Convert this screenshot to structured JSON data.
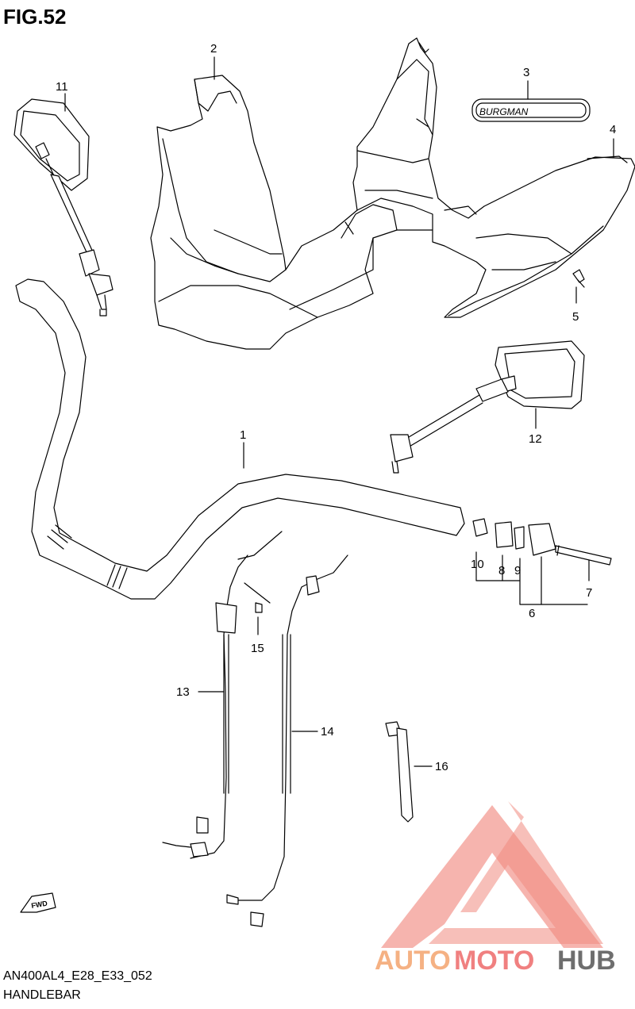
{
  "figure": {
    "title": "FIG.52"
  },
  "badge": {
    "text": "BURGMAN"
  },
  "callouts": [
    "1",
    "2",
    "3",
    "4",
    "5",
    "6",
    "7",
    "8",
    "9",
    "10",
    "11",
    "12",
    "13",
    "14",
    "15",
    "16"
  ],
  "direction_arrow": {
    "text": "FWD"
  },
  "footer": {
    "code": "AN400AL4_E28_E33_052",
    "name": "HANDLEBAR"
  },
  "watermark": {
    "part1": "AUTO",
    "part2": "MOTO",
    "part3": "HUB",
    "color_light": "#f5b183",
    "color_red": "#f08080",
    "color_dark": "#6e6e6e"
  },
  "colors": {
    "line": "#000000",
    "fill": "#ffffff"
  }
}
